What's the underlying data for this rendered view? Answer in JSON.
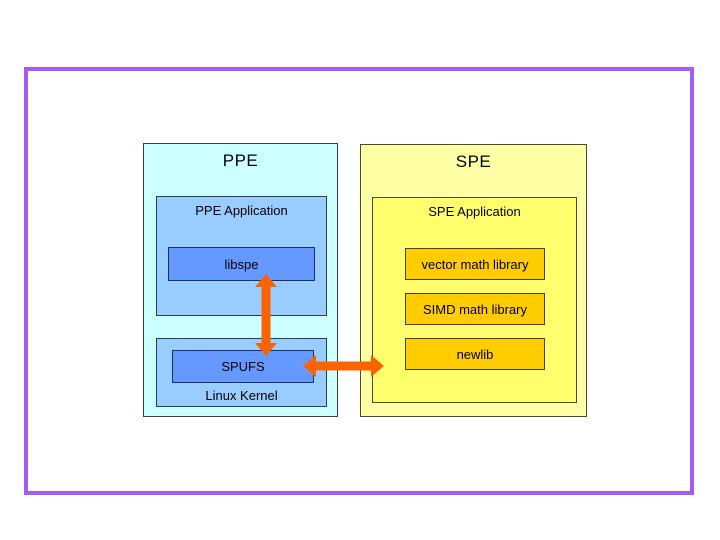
{
  "colors": {
    "frame-purple": "#a55cf6",
    "ppe-outer": "#ccffff",
    "ppe-inner": "#99ccff",
    "ppe-core": "#6699ff",
    "spe-outer": "#ffffa6",
    "spe-inner": "#ffff6e",
    "spe-lib": "#ffcc00",
    "arrow-orange": "#fa6400"
  },
  "ppe": {
    "title": "PPE",
    "application": {
      "label": "PPE Application",
      "library": "libspe"
    },
    "kernel": {
      "label": "Linux Kernel",
      "filesystem": "SPUFS"
    }
  },
  "spe": {
    "title": "SPE",
    "application": {
      "label": "SPE Application",
      "libraries": [
        "vector math library",
        "SIMD math library",
        "newlib"
      ]
    }
  }
}
